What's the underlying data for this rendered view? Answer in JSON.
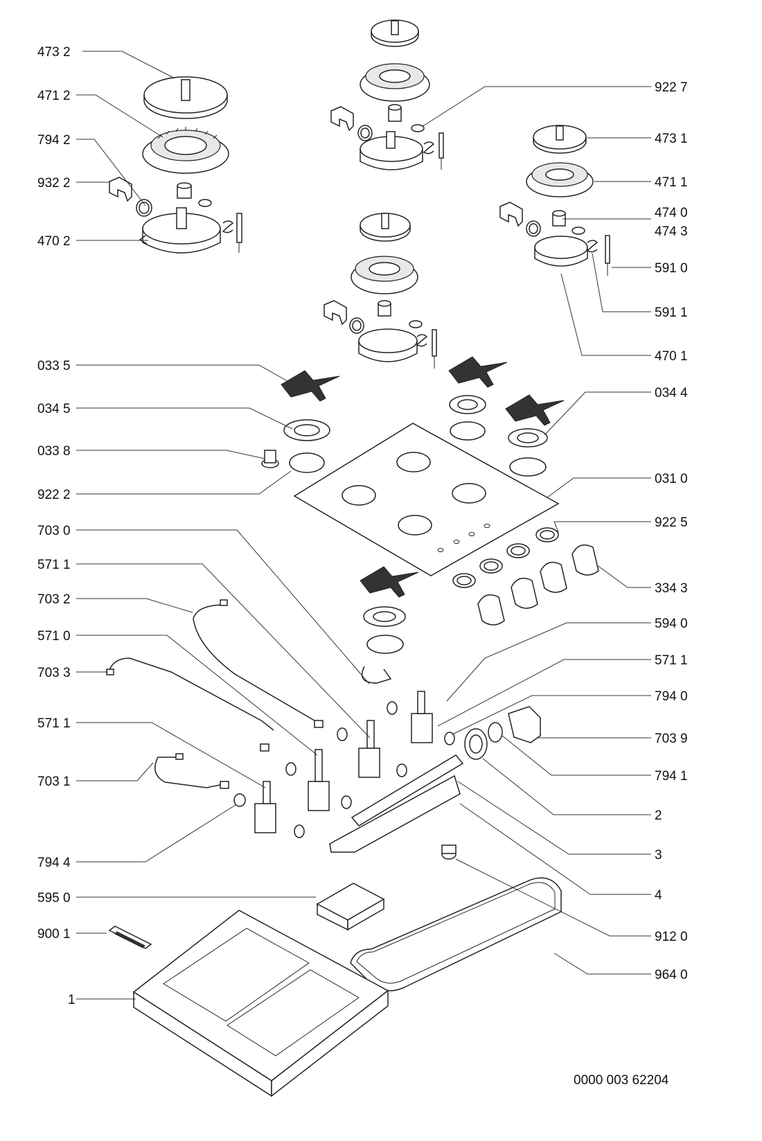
{
  "labels_left": [
    "473 2",
    "471 2",
    "794 2",
    "932 2",
    "470 2",
    "033 5",
    "034 5",
    "033 8",
    "922 2",
    "703 0",
    "571 1",
    "703 2",
    "571 0",
    "703 3",
    "571 1",
    "703 1",
    "794 4",
    "595 0",
    "900 1",
    "1"
  ],
  "labels_right": [
    "922 7",
    "473 1",
    "471 1",
    "474 0",
    "474 3",
    "591 0",
    "591 1",
    "470 1",
    "034 4",
    "031 0",
    "922 5",
    "334 3",
    "594 0",
    "571 1",
    "794 0",
    "703 9",
    "794 1",
    "2",
    "3",
    "4",
    "912 0",
    "964 0"
  ],
  "drawing_code": "0000 003 62204"
}
